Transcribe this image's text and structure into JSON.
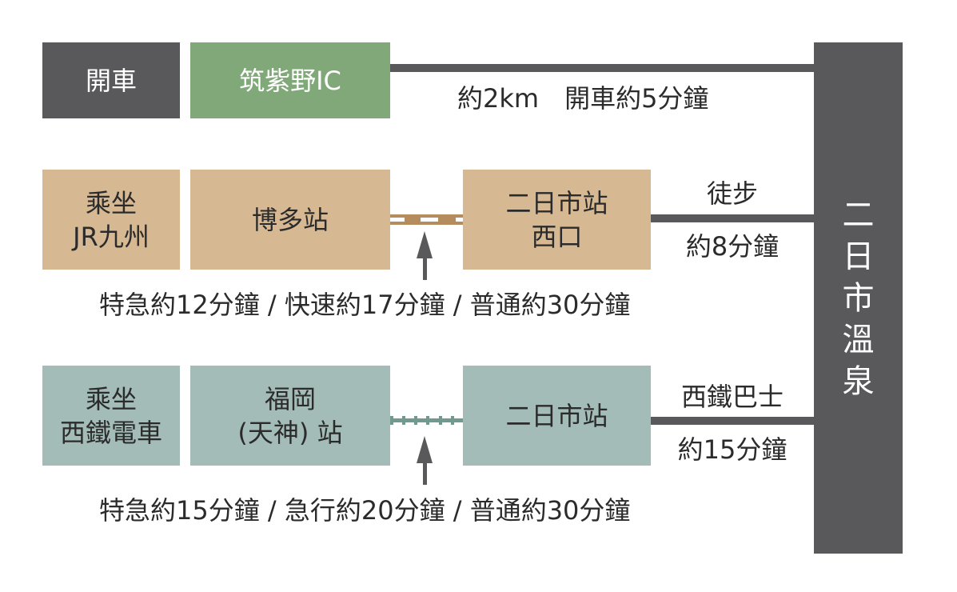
{
  "destination": {
    "label": [
      "二",
      "日",
      "市",
      "溫",
      "泉"
    ],
    "color": "#59595b"
  },
  "routes": {
    "car": {
      "mode": "開車",
      "origin": "筑紫野IC",
      "info": "約2km　開車約5分鐘",
      "colors": {
        "mode": "#59595b",
        "origin": "#80a878"
      }
    },
    "jr": {
      "mode": "乘坐\nJR九州",
      "origin": "博多站",
      "station": "二日市站\n西口",
      "transfer_mode": "徒步",
      "transfer_time": "約8分鐘",
      "times": "特急約12分鐘 / 快速約17分鐘 / 普通約30分鐘",
      "colors": {
        "box": "#d6b993",
        "rail": "#b48c5e"
      }
    },
    "nishitetsu": {
      "mode": "乘坐\n西鐵電車",
      "origin": "福岡\n(天神) 站",
      "station": "二日市站",
      "transfer_mode": "西鐵巴士",
      "transfer_time": "約15分鐘",
      "times": "特急約15分鐘 / 急行約20分鐘 / 普通約30分鐘",
      "colors": {
        "box": "#a3bcb8",
        "rail": "#6f9a8d"
      }
    }
  }
}
